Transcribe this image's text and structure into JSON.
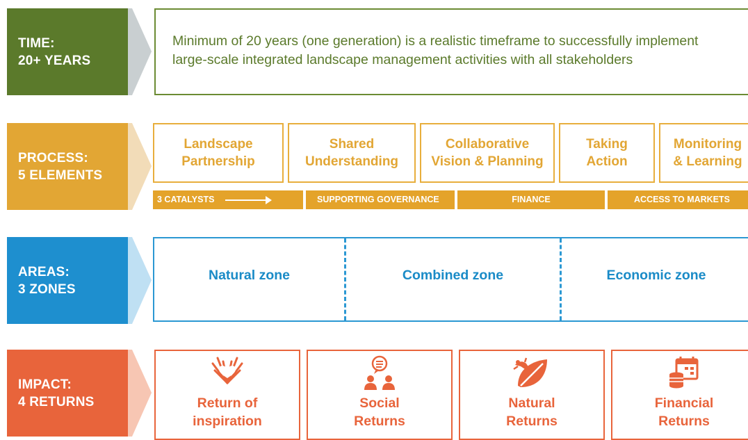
{
  "time": {
    "label_line1": "TIME:",
    "label_line2": "20+ YEARS",
    "description_line1": "Minimum of 20 years (one generation) is a realistic timeframe to successfully implement",
    "description_line2": "large-scale integrated landscape management activities with all stakeholders",
    "color": "#5b7a2b"
  },
  "process": {
    "label_line1": "PROCESS:",
    "label_line2": "5 ELEMENTS",
    "color": "#e2a634",
    "elements": [
      {
        "line1": "Landscape",
        "line2": "Partnership"
      },
      {
        "line1": "Shared",
        "line2": "Understanding"
      },
      {
        "line1": "Collaborative",
        "line2": "Vision & Planning"
      },
      {
        "line1": "Taking",
        "line2": "Action"
      },
      {
        "line1": "Monitoring",
        "line2": "& Learning"
      }
    ],
    "catalysts": [
      "3 CATALYSTS",
      "SUPPORTING GOVERNANCE",
      "FINANCE",
      "ACCESS TO MARKETS"
    ]
  },
  "areas": {
    "label_line1": "AREAS:",
    "label_line2": "3 ZONES",
    "color": "#1e8fcf",
    "zones": [
      "Natural zone",
      "Combined zone",
      "Economic zone"
    ]
  },
  "impact": {
    "label_line1": "IMPACT:",
    "label_line2": "4 RETURNS",
    "color": "#e8643b",
    "returns": [
      {
        "line1": "Return of",
        "line2": "inspiration",
        "icon": "heart-burst-icon"
      },
      {
        "line1": "Social",
        "line2": "Returns",
        "icon": "people-chat-icon"
      },
      {
        "line1": "Natural",
        "line2": "Returns",
        "icon": "leaf-frog-icon"
      },
      {
        "line1": "Financial",
        "line2": "Returns",
        "icon": "coins-calendar-icon"
      }
    ]
  }
}
